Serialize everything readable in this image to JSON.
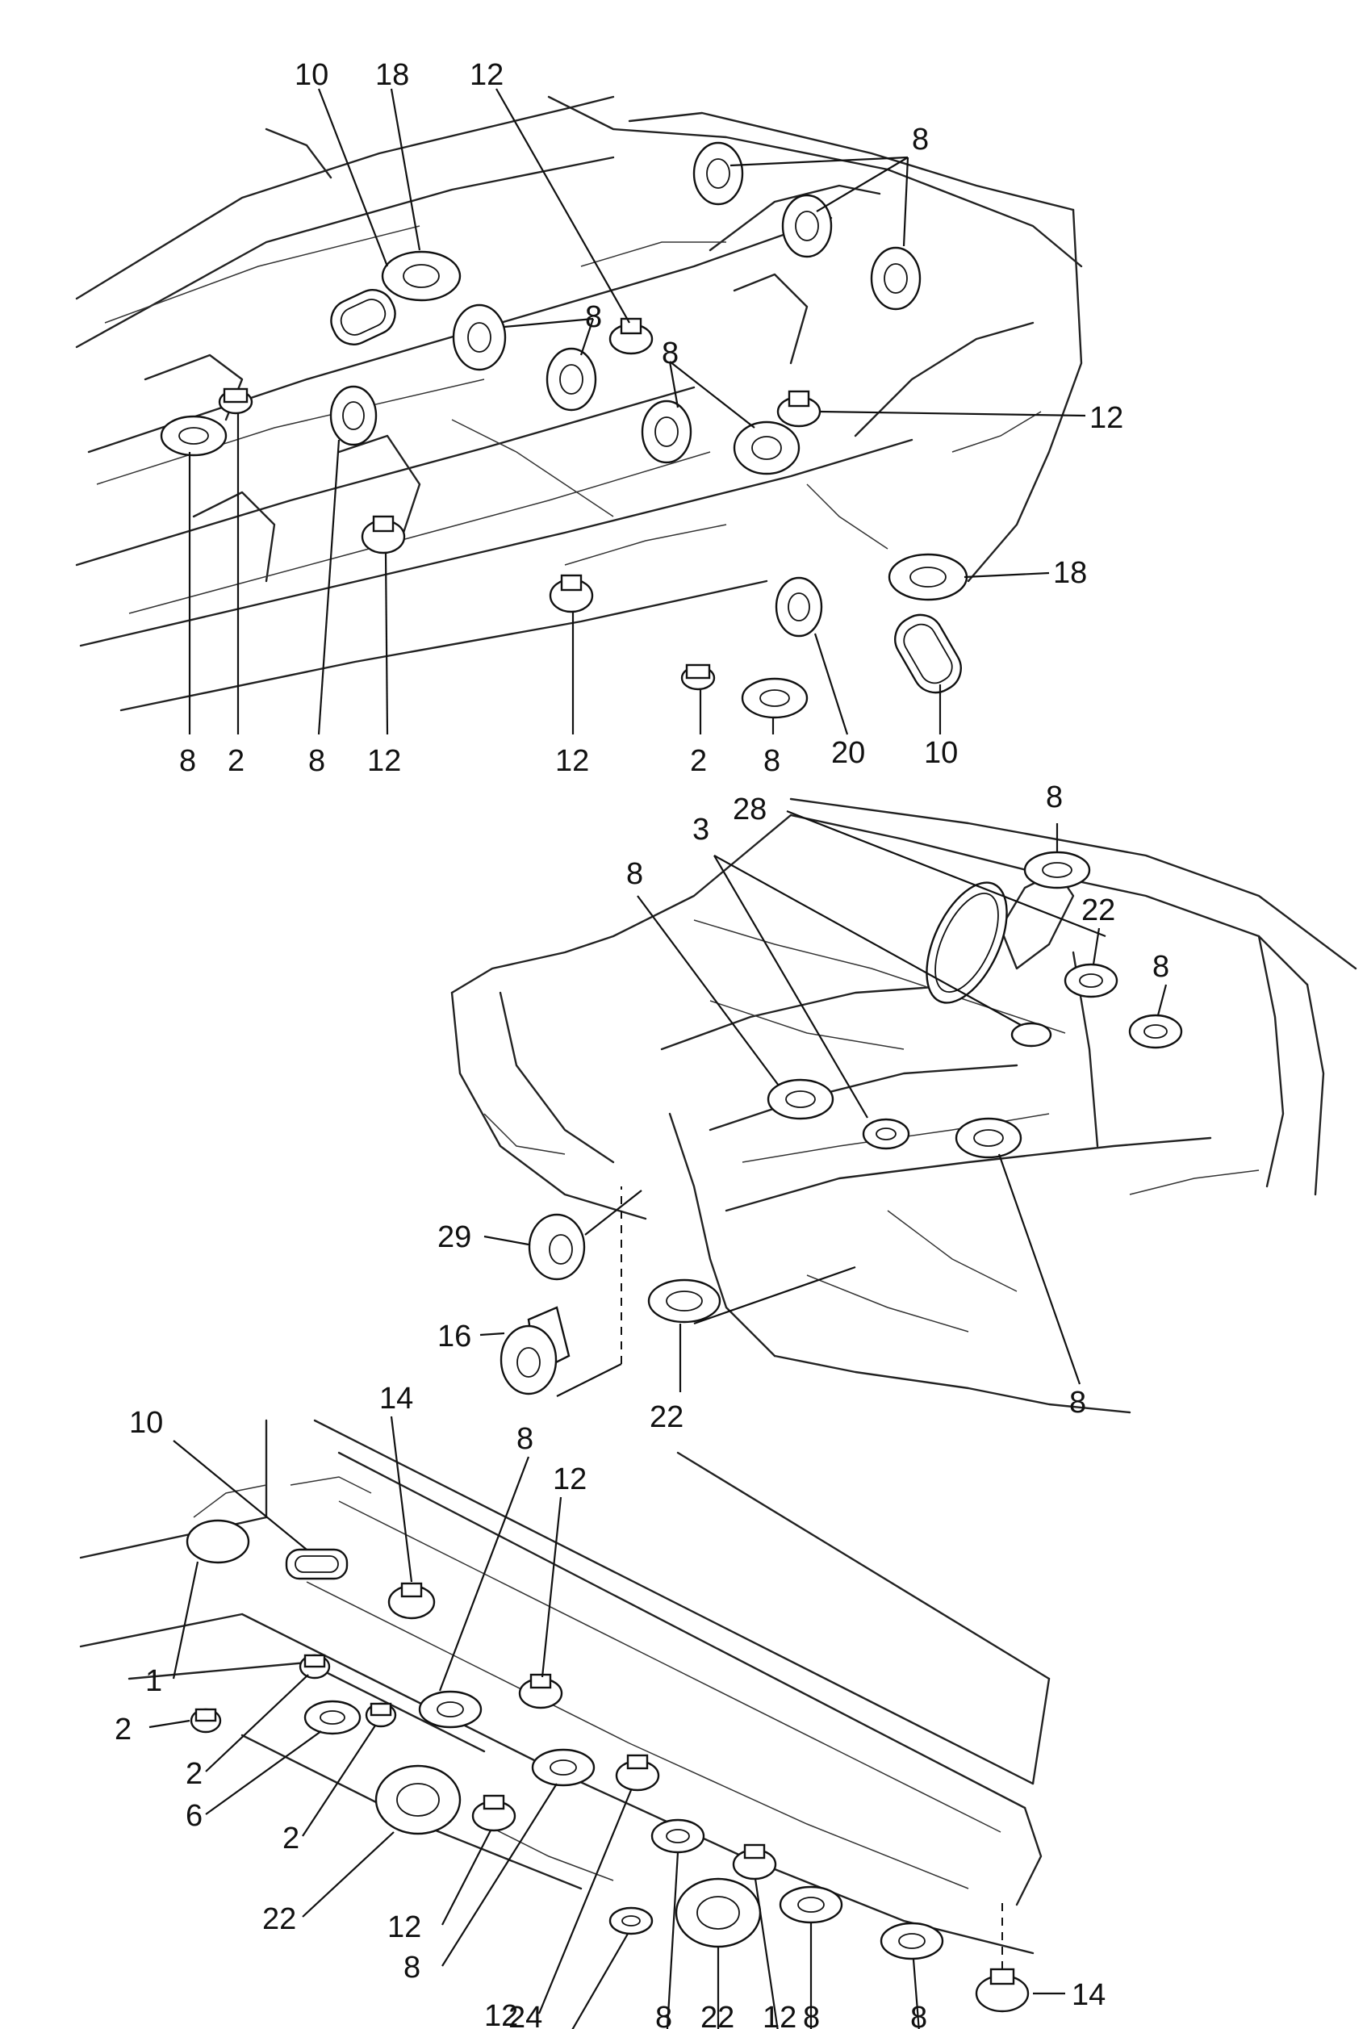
{
  "views": [
    {
      "id": "top",
      "callouts": [
        "10",
        "18",
        "12",
        "8",
        "8",
        "8",
        "12",
        "18",
        "8",
        "2",
        "8",
        "12",
        "12",
        "2",
        "8",
        "20",
        "10"
      ]
    },
    {
      "id": "middle",
      "callouts": [
        "28",
        "3",
        "8",
        "8",
        "22",
        "8",
        "29",
        "16",
        "22",
        "8"
      ]
    },
    {
      "id": "bottom",
      "callouts": [
        "14",
        "10",
        "8",
        "12",
        "1",
        "2",
        "2",
        "6",
        "2",
        "22",
        "12",
        "8",
        "12",
        "24",
        "8",
        "22",
        "12",
        "8",
        "8",
        "14"
      ]
    }
  ]
}
